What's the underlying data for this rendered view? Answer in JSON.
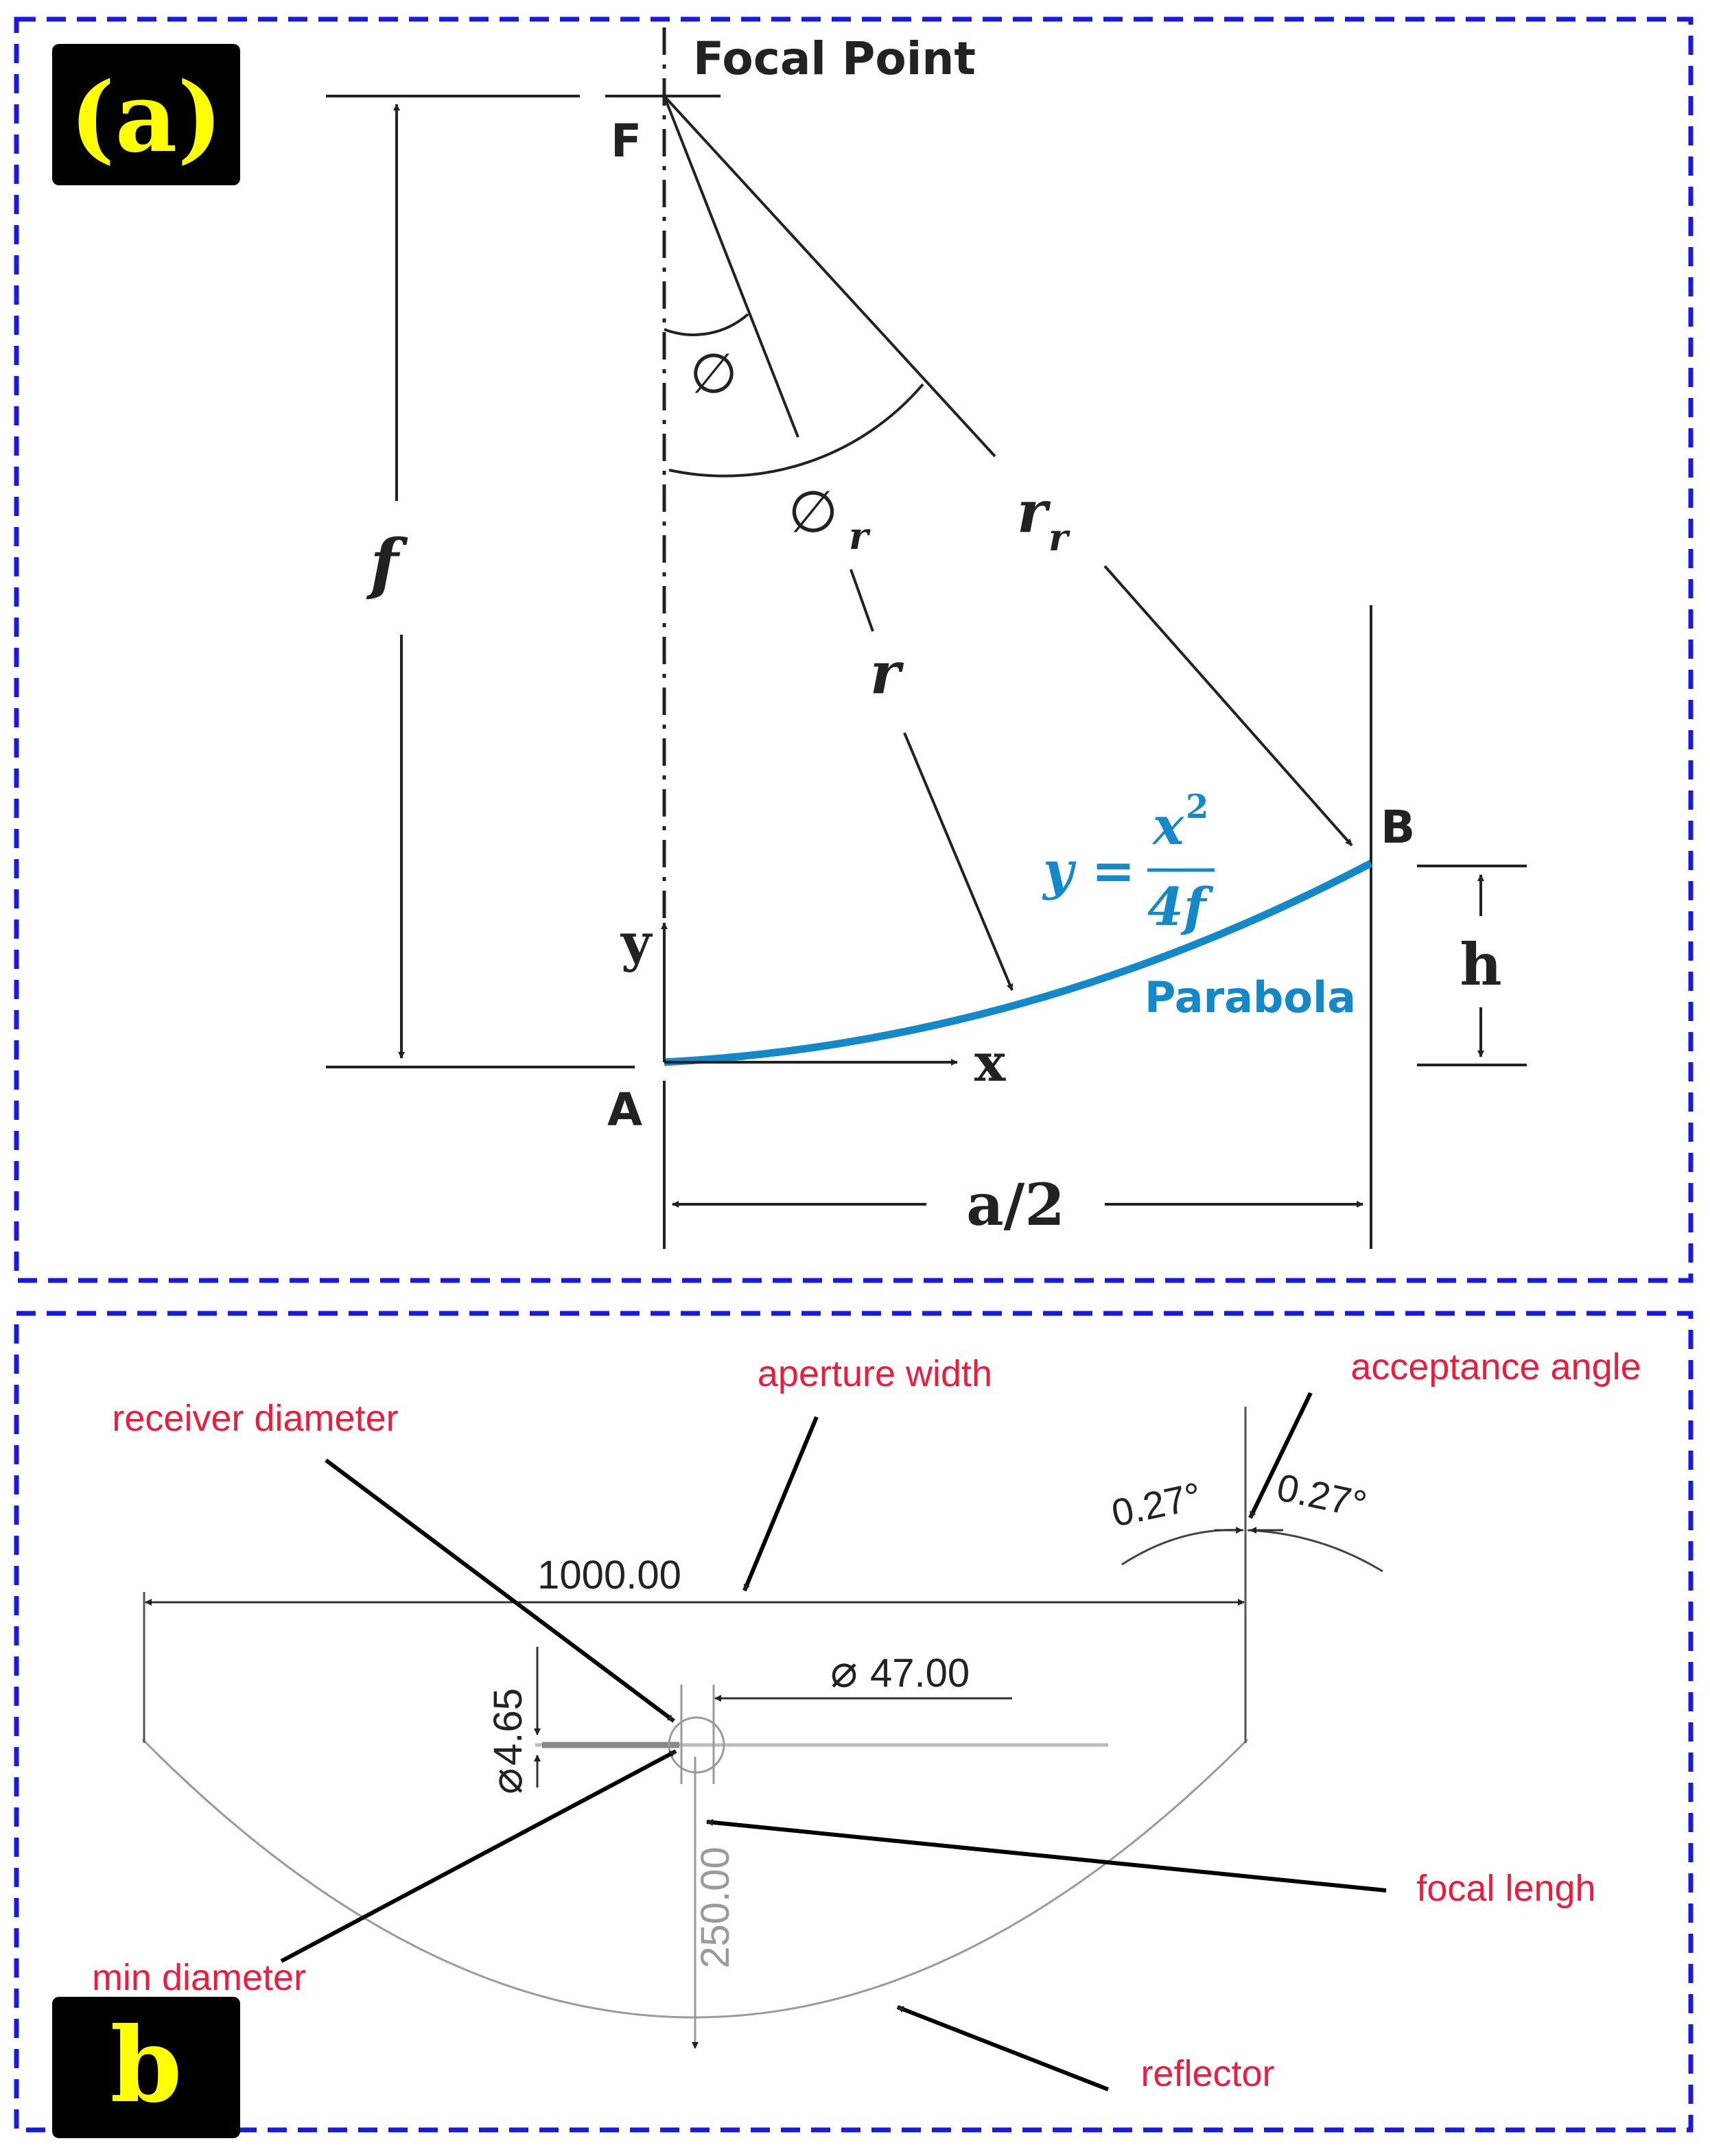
{
  "colors": {
    "frame": "#1a1adc",
    "line": "#222222",
    "parabola": "#1488c8",
    "red_label": "#ee1c3c",
    "badge_bg": "#000000",
    "badge_text": "#ffff00",
    "drawing_gray": "#9a9a9a"
  },
  "panel_a": {
    "badge": "(a)",
    "focal_point": "Focal Point",
    "point_f": "F",
    "point_a": "A",
    "point_b": "B",
    "phi": "∅",
    "phi_r": "∅",
    "phi_r_sub": "r",
    "r_r": "r",
    "r_r_sub": "r",
    "r": "r",
    "f": "f",
    "y_axis": "y",
    "x_axis": "x",
    "h": "h",
    "a_half": "a/2",
    "eq_lhs": "y =",
    "eq_num": "x",
    "eq_num_sup": "2",
    "eq_den": "4f",
    "parabola_label": "Parabola"
  },
  "panel_b": {
    "badge": "b",
    "aperture_width": "aperture width",
    "acceptance_angle": "acceptance angle",
    "receiver_diameter": "receiver diameter",
    "min_diameter": "min diameter",
    "focal_length": "focal lengh",
    "reflector": "reflector",
    "dim_aperture": "1000.00",
    "dim_receiver": "47.00",
    "dim_min": "4.65",
    "dim_focal": "250.00",
    "angle_left": "0.27°",
    "angle_right": "0.27°",
    "diameter_symbol": "⌀"
  }
}
